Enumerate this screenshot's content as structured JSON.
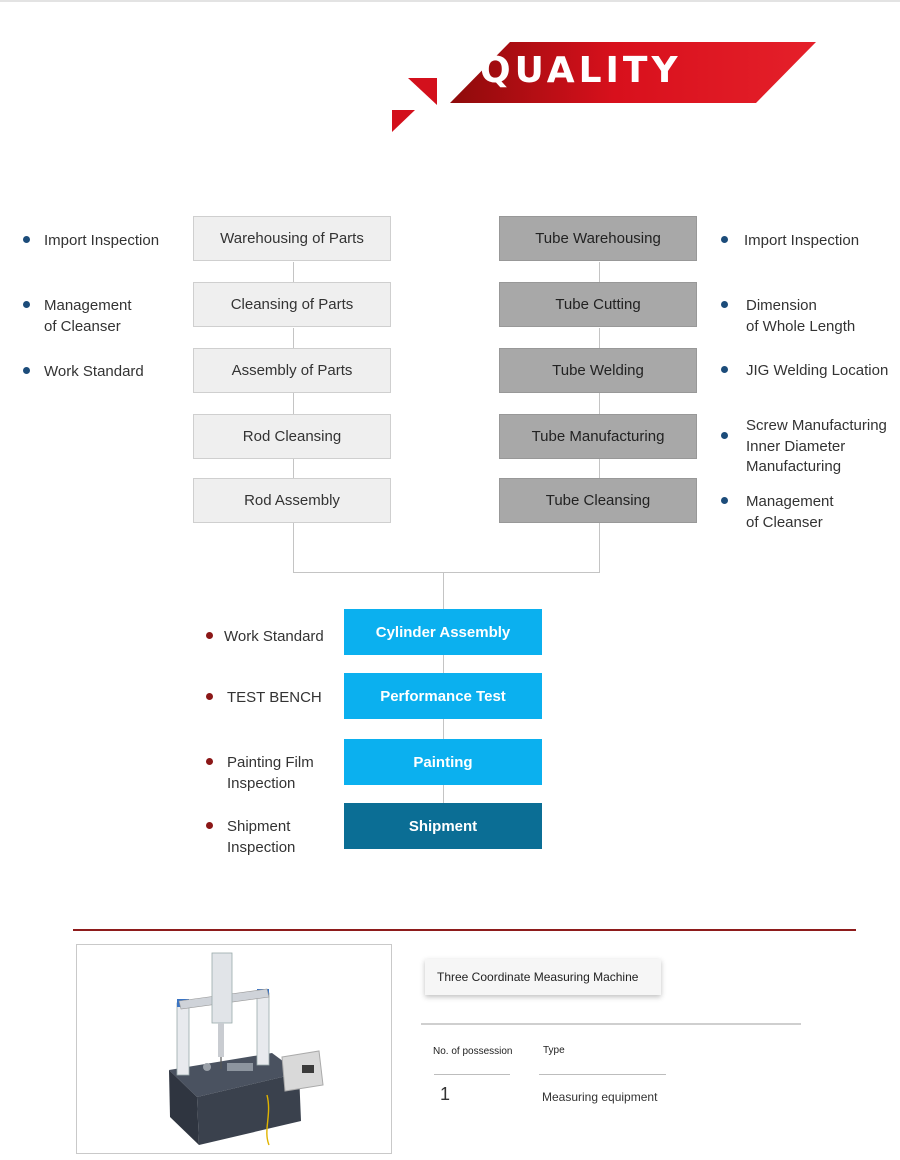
{
  "header": {
    "title": "QUALITY"
  },
  "left_chain": [
    "Warehousing of Parts",
    "Cleansing of Parts",
    "Assembly of Parts",
    "Rod Cleansing",
    "Rod Assembly"
  ],
  "right_chain": [
    "Tube Warehousing",
    "Tube Cutting",
    "Tube Welding",
    "Tube Manufacturing",
    "Tube Cleansing"
  ],
  "center_chain": [
    "Cylinder Assembly",
    "Performance Test",
    "Painting",
    "Shipment"
  ],
  "left_notes": [
    "Import Inspection",
    "Management\nof Cleanser",
    "Work Standard"
  ],
  "right_notes": [
    "Import Inspection",
    "Dimension\nof Whole Length",
    "JIG Welding Location",
    "Screw Manufacturing\nInner Diameter\nManufacturing",
    "Management\nof Cleanser"
  ],
  "center_notes": [
    "Work Standard",
    "TEST BENCH",
    "Painting Film\nInspection",
    "Shipment\nInspection"
  ],
  "equipment": {
    "name": "Three Coordinate Measuring Machine",
    "col1_header": "No. of possession",
    "col2_header": "Type",
    "count": "1",
    "type": "Measuring equipment"
  },
  "colors": {
    "accent_red": "#d3101c",
    "process_blue": "#0bb0ef",
    "shipment_blue": "#0b6e95",
    "navy_bullet": "#1c4c7a",
    "red_bullet": "#8b1717"
  }
}
